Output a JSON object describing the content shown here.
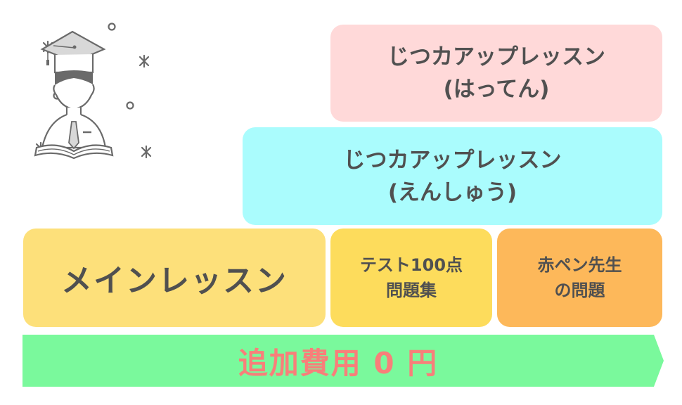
{
  "illustration": {
    "icon": "graduate-reading-book-icon"
  },
  "tiers": {
    "hatten": {
      "line1": "じつカアップレッスン",
      "line2": "(はってん)",
      "color": "#ffd9d9"
    },
    "enshu": {
      "line1": "じつカアップレッスン",
      "line2": "(えんしゅう)",
      "color": "#aafcfd"
    },
    "main": {
      "label": "メインレッスン",
      "color": "#fde07a"
    },
    "test": {
      "line1": "テスト100点",
      "line2": "問題集",
      "color": "#fddc5c"
    },
    "akapen": {
      "line1": "赤ペン先生",
      "line2": "の問題",
      "color": "#fdb85a"
    }
  },
  "cost_bar": {
    "label": "追加費用 0 円",
    "bar_color": "#7af99c",
    "text_color": "#f87f7a"
  }
}
